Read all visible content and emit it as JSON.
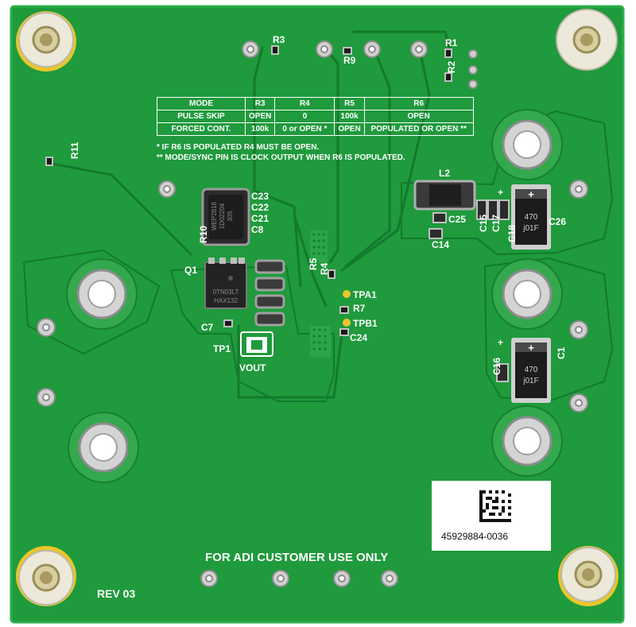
{
  "board": {
    "colors": {
      "pcb_green": "#1f9a3c",
      "trace_green": "#2fb04b",
      "silkscreen": "#ffffff",
      "pad_silver": "#c9c9c9",
      "standoff_nylon": "#e8e4d6",
      "gold": "#e8c62a"
    }
  },
  "mode_table": {
    "header": [
      "MODE",
      "R3",
      "R4",
      "R5",
      "R6"
    ],
    "rows": [
      [
        "PULSE SKIP",
        "OPEN",
        "0",
        "100k",
        "OPEN"
      ],
      [
        "FORCED CONT.",
        "100k",
        "0 or OPEN *",
        "OPEN",
        "POPULATED OR OPEN **"
      ]
    ],
    "notes": [
      "* IF R6 IS POPULATED R4 MUST BE OPEN.",
      "** MODE/SYNC PIN IS CLOCK OUTPUT WHEN R6 IS POPULATED."
    ]
  },
  "refdes": {
    "r1": "R1",
    "r2": "R2",
    "r3": "R3",
    "r9": "R9",
    "r11": "R11",
    "r10": "R10",
    "r5": "R5",
    "r4": "R4",
    "r7": "R7",
    "q1": "Q1",
    "c23": "C23",
    "c22": "C22",
    "c21": "C21",
    "c8": "C8",
    "c7": "C7",
    "tp1": "TP1",
    "vout": "VOUT",
    "tpa1": "TPA1",
    "tpb1": "TPB1",
    "c24": "C24",
    "l2": "L2",
    "c25": "C25",
    "c14": "C14",
    "c15": "C15",
    "c17": "C17",
    "c18": "C18",
    "c26": "C26",
    "c16": "C16",
    "c1": "C1"
  },
  "components": {
    "inductor_marking_1": "WEP2818",
    "inductor_marking_2": "1D02204",
    "inductor_marking_3": "305",
    "ic_marking_1": "0TN03LT",
    "ic_marking_2": "HAX132",
    "cap_value": "470",
    "cap_code": "j01F",
    "cap_plus": "+"
  },
  "footer": {
    "customer_text": "FOR ADI CUSTOMER USE ONLY",
    "revision": "REV 03"
  },
  "serial_label": {
    "id": "45929884-0036"
  }
}
